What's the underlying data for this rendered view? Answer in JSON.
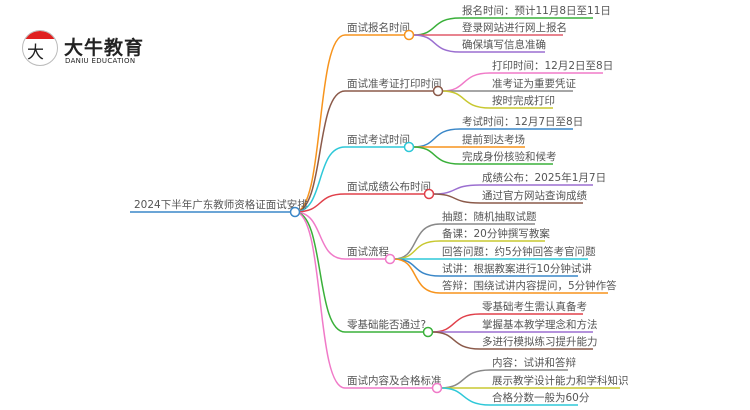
{
  "logo": {
    "mark": "大牛",
    "name": "大牛教育",
    "sub": "DANIU EDUCATION"
  },
  "root": {
    "label": "2024下半年广东教师资格证面试安排",
    "color": "#3a87c8"
  },
  "branches": [
    {
      "label": "面试报名时间",
      "color": "#f7941d",
      "leaves": [
        {
          "label": "报名时间：预计11月8日至11日",
          "color": "#3ab03a"
        },
        {
          "label": "登录网站进行网上报名",
          "color": "#e05a6a"
        },
        {
          "label": "确保填写信息准确",
          "color": "#9b6fd0"
        }
      ]
    },
    {
      "label": "面试准考证打印时间",
      "color": "#8b5a4a",
      "leaves": [
        {
          "label": "打印时间：12月2日至8日",
          "color": "#f07ac8"
        },
        {
          "label": "准考证为重要凭证",
          "color": "#888888"
        },
        {
          "label": "按时完成打印",
          "color": "#c8c830"
        }
      ]
    },
    {
      "label": "面试考试时间",
      "color": "#2ec8d8",
      "leaves": [
        {
          "label": "考试时间：12月7日至8日",
          "color": "#3a87c8"
        },
        {
          "label": "提前到达考场",
          "color": "#f7941d"
        },
        {
          "label": "完成身份核验和候考",
          "color": "#3ab03a"
        }
      ]
    },
    {
      "label": "面试成绩公布时间",
      "color": "#e0404a",
      "leaves": [
        {
          "label": "成绩公布：2025年1月7日",
          "color": "#9b6fd0"
        },
        {
          "label": "通过官方网站查询成绩",
          "color": "#8b5a4a"
        }
      ]
    },
    {
      "label": "面试流程",
      "color": "#f07ac8",
      "leaves": [
        {
          "label": "抽题：随机抽取试题",
          "color": "#888888"
        },
        {
          "label": "备课：20分钟撰写教案",
          "color": "#c8c830"
        },
        {
          "label": "回答问题：约5分钟回答考官问题",
          "color": "#2ec8d8"
        },
        {
          "label": "试讲：根据教案进行10分钟试讲",
          "color": "#3a87c8"
        },
        {
          "label": "答辩：围绕试讲内容提问，5分钟作答",
          "color": "#f7941d"
        }
      ]
    },
    {
      "label": "零基础能否通过?",
      "color": "#3ab03a",
      "leaves": [
        {
          "label": "零基础考生需认真备考",
          "color": "#e0404a"
        },
        {
          "label": "掌握基本教学理念和方法",
          "color": "#9b6fd0"
        },
        {
          "label": "多进行模拟练习提升能力",
          "color": "#8b5a4a"
        }
      ]
    },
    {
      "label": "面试内容及合格标准",
      "color": "#f07ac8",
      "leaves": [
        {
          "label": "内容：试讲和答辩",
          "color": "#888888"
        },
        {
          "label": "展示教学设计能力和学科知识",
          "color": "#c8c830"
        },
        {
          "label": "合格分数一般为60分",
          "color": "#2ec8d8"
        }
      ]
    }
  ]
}
